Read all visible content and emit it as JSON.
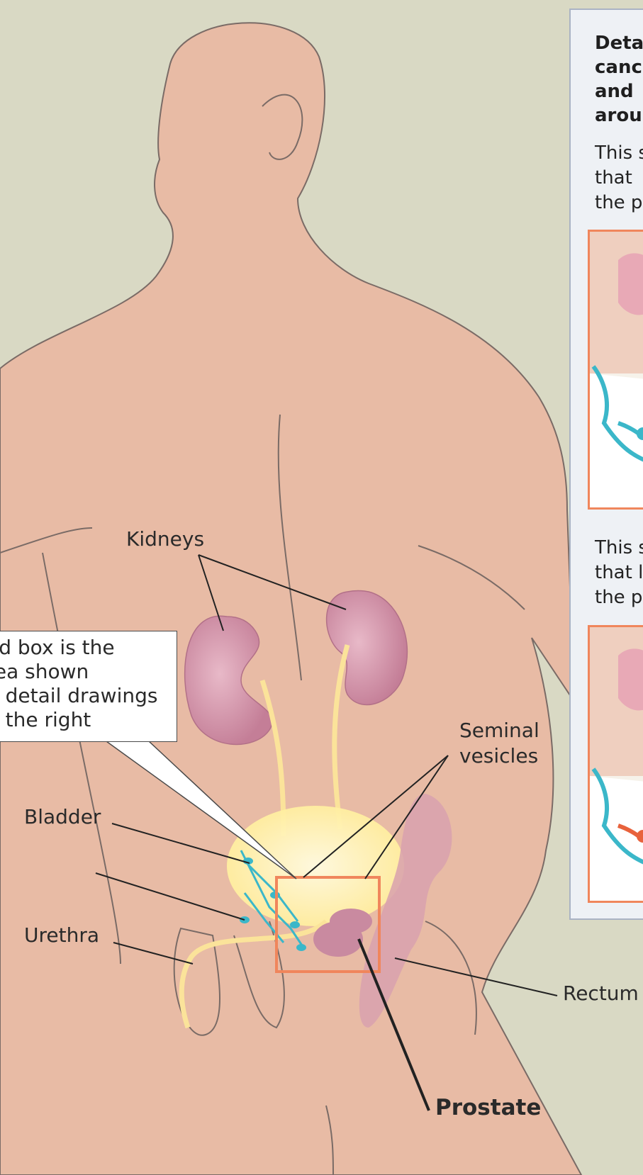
{
  "labels": {
    "kidneys": "Kidneys",
    "seminal_vesicles_line1": "Seminal",
    "seminal_vesicles_line2": "vesicles",
    "bladder": "Bladder",
    "urethra": "Urethra",
    "rectum": "Rectum",
    "prostate": "Prostate"
  },
  "callout": {
    "line1": "ed box is the",
    "line2": "rea shown",
    "line3": "n detail drawings",
    "line4": "n the right"
  },
  "side_panel": {
    "heading_line1": "Deta",
    "heading_line2": "canc",
    "heading_line3": "and",
    "heading_line4": "arou",
    "text1_line1": "This s",
    "text1_line2": "that",
    "text1_line3": "the p",
    "text2_line1": "This s",
    "text2_line2": "that l",
    "text2_line3": "the p"
  },
  "colors": {
    "background": "#d9d9c4",
    "skin": "#e8bba5",
    "skin_outline": "#7a6b66",
    "kidney": "#c98aa0",
    "bladder": "#fff3b0",
    "lymph": "#3bb7c9",
    "box_outline": "#f0865c",
    "panel_border": "#aab3c4"
  }
}
